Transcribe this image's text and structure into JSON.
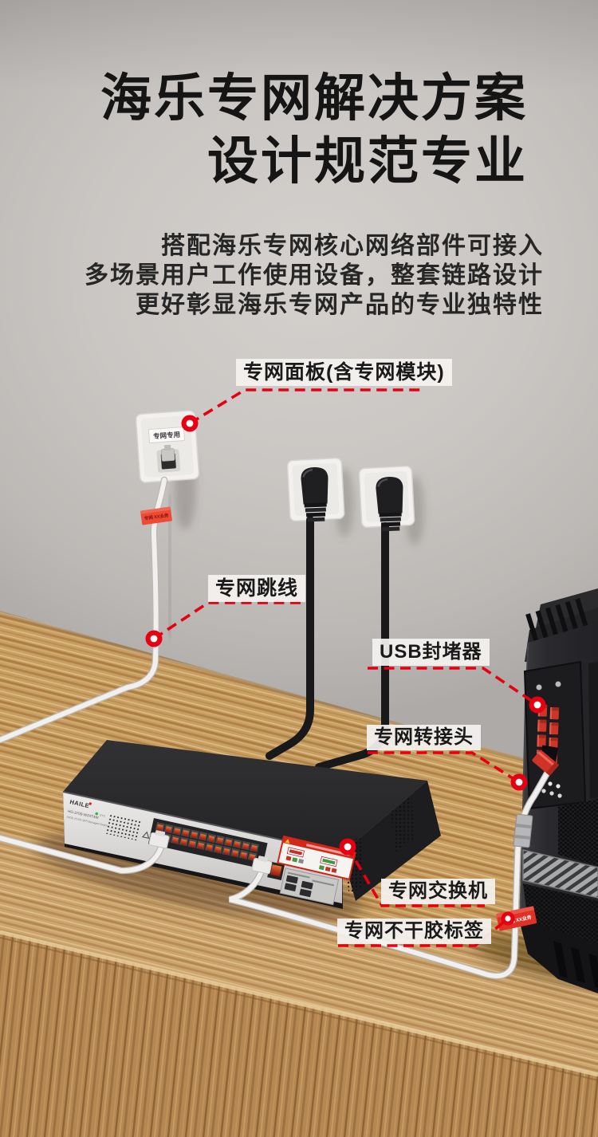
{
  "accent": {
    "red": "#e60012"
  },
  "title": {
    "line1": "海乐专网解决方案",
    "line2": "设计规范专业"
  },
  "intro": {
    "line1": "搭配海乐专网核心网络部件可接入",
    "line2": "多场景用户工作使用设备，整套链路设计",
    "line3": "更好彰显海乐专网产品的专业独特性"
  },
  "callouts": {
    "panel": "专网面板(含专网模块)",
    "jumper": "专网跳线",
    "usb_blocker": "USB封堵器",
    "adapter": "专网转接头",
    "switch": "专网交换机",
    "sticker": "专网不干胶标签"
  },
  "wall_panel": {
    "sticker": "专网专用"
  },
  "cable_tags": {
    "left": "专网 XX业务",
    "right": "专网 XX业务"
  },
  "switch_device": {
    "brand": "HAILE",
    "model": "HG-3700-W24T4W",
    "spec": "24GE 4*10G SFP Managed Switch"
  }
}
